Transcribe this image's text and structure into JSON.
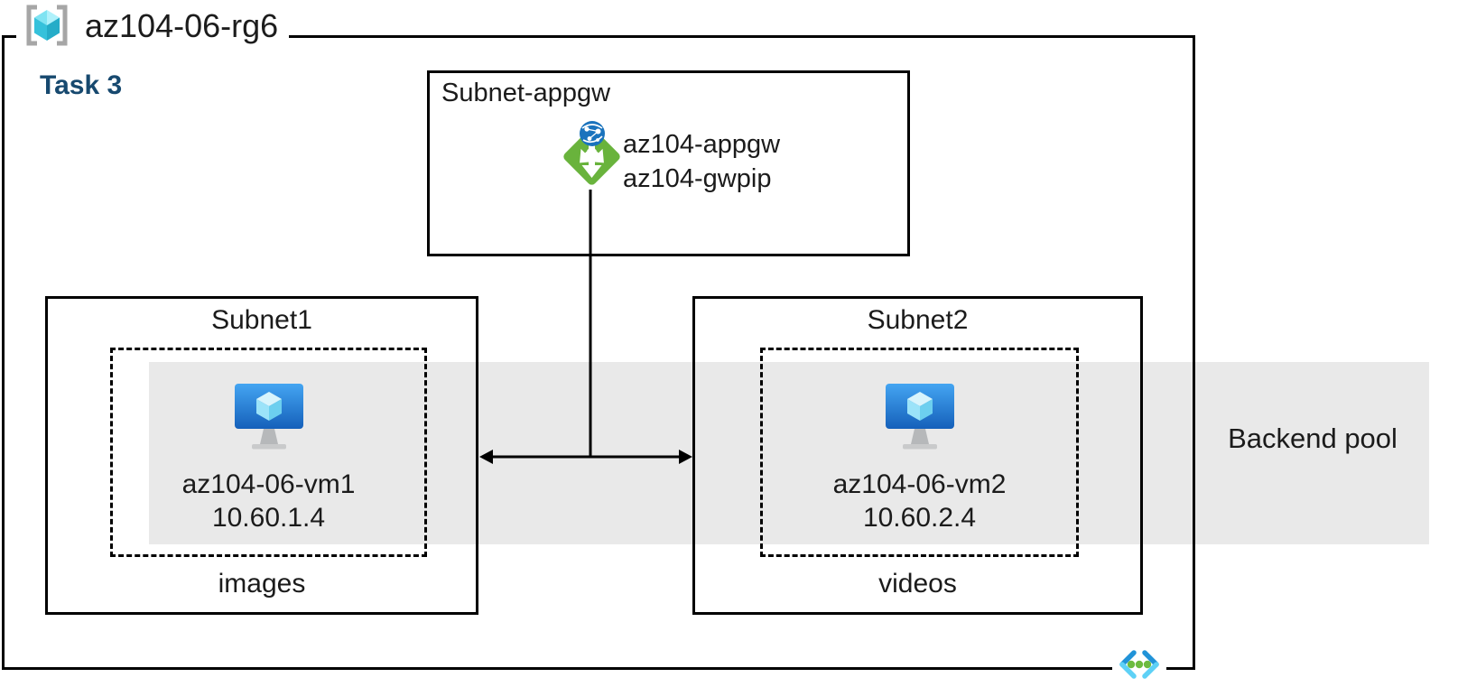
{
  "resource_group": {
    "name": "az104-06-rg6"
  },
  "task_label": "Task 3",
  "appgw_subnet": {
    "title": "Subnet-appgw",
    "gateway_name": "az104-appgw",
    "gateway_public_ip": "az104-gwpip"
  },
  "subnet1": {
    "title": "Subnet1",
    "vm_name": "az104-06-vm1",
    "vm_ip": "10.60.1.4",
    "caption": "images"
  },
  "subnet2": {
    "title": "Subnet2",
    "vm_name": "az104-06-vm2",
    "vm_ip": "10.60.2.4",
    "caption": "videos"
  },
  "backend_pool": {
    "label": "Backend pool"
  },
  "icons": {
    "resource_group": "resource-group-icon",
    "application_gateway": "application-gateway-icon",
    "virtual_machine": "virtual-machine-icon",
    "virtual_network": "virtual-network-icon"
  },
  "colors": {
    "border": "#000000",
    "task_label_blue": "#17496F",
    "backend_band_gray": "#E9E9E9",
    "appgw_green": "#69B33C",
    "globe_blue": "#1A73BD",
    "vm_blue_top": "#44A5F2",
    "vm_blue_bottom": "#1560BA",
    "cube_cyan_light": "#AFF1FB",
    "cube_cyan_mid": "#35C1DB",
    "cube_cyan_dark": "#25ACC8",
    "vnet_chevron_dark": "#2193D8",
    "vnet_chevron_light": "#5ED1F6",
    "vnet_dot_green": "#6CBB3F",
    "bracket_gray": "#A6A6A6"
  }
}
